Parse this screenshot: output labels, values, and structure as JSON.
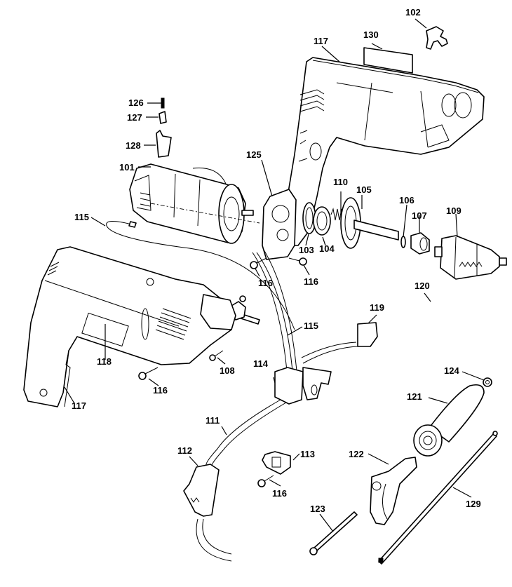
{
  "diagram": {
    "title": "Drill exploded parts diagram",
    "parts": [
      {
        "id": "102",
        "name": "clip"
      },
      {
        "id": "130",
        "name": "nameplate"
      },
      {
        "id": "117",
        "name": "housing-half-right"
      },
      {
        "id": "126",
        "name": "brush-spring"
      },
      {
        "id": "127",
        "name": "carbon-brush"
      },
      {
        "id": "128",
        "name": "brush-holder"
      },
      {
        "id": "101",
        "name": "motor-field-armature"
      },
      {
        "id": "125",
        "name": "gear-plate"
      },
      {
        "id": "110",
        "name": "spring"
      },
      {
        "id": "105",
        "name": "spindle-gear"
      },
      {
        "id": "106",
        "name": "retaining-ring"
      },
      {
        "id": "107",
        "name": "bearing"
      },
      {
        "id": "109",
        "name": "chuck"
      },
      {
        "id": "115",
        "name": "lead-wire"
      },
      {
        "id": "103",
        "name": "washer"
      },
      {
        "id": "104",
        "name": "bearing-retainer"
      },
      {
        "id": "116",
        "name": "screw"
      },
      {
        "id": "120",
        "name": "chuck-key"
      },
      {
        "id": "119",
        "name": "connector"
      },
      {
        "id": "118",
        "name": "label"
      },
      {
        "id": "108",
        "name": "screw-small"
      },
      {
        "id": "114",
        "name": "switch"
      },
      {
        "id": "124",
        "name": "nut"
      },
      {
        "id": "121",
        "name": "side-handle"
      },
      {
        "id": "111",
        "name": "power-cord"
      },
      {
        "id": "113",
        "name": "cord-clamp"
      },
      {
        "id": "112",
        "name": "cord-protector"
      },
      {
        "id": "122",
        "name": "handle-clamp"
      },
      {
        "id": "123",
        "name": "bolt"
      },
      {
        "id": "129",
        "name": "depth-rod"
      }
    ],
    "labels": {
      "l102": "102",
      "l130": "130",
      "l117a": "117",
      "l126": "126",
      "l127": "127",
      "l128": "128",
      "l101": "101",
      "l125": "125",
      "l110": "110",
      "l105": "105",
      "l106": "106",
      "l107": "107",
      "l109": "109",
      "l115a": "115",
      "l103": "103",
      "l104": "104",
      "l116a": "116",
      "l116b": "116",
      "l120": "120",
      "l119": "119",
      "l115b": "115",
      "l118": "118",
      "l108": "108",
      "l114": "114",
      "l116c": "116",
      "l117b": "117",
      "l124": "124",
      "l121": "121",
      "l111": "111",
      "l113": "113",
      "l112": "112",
      "l116d": "116",
      "l122": "122",
      "l123": "123",
      "l129": "129"
    }
  }
}
